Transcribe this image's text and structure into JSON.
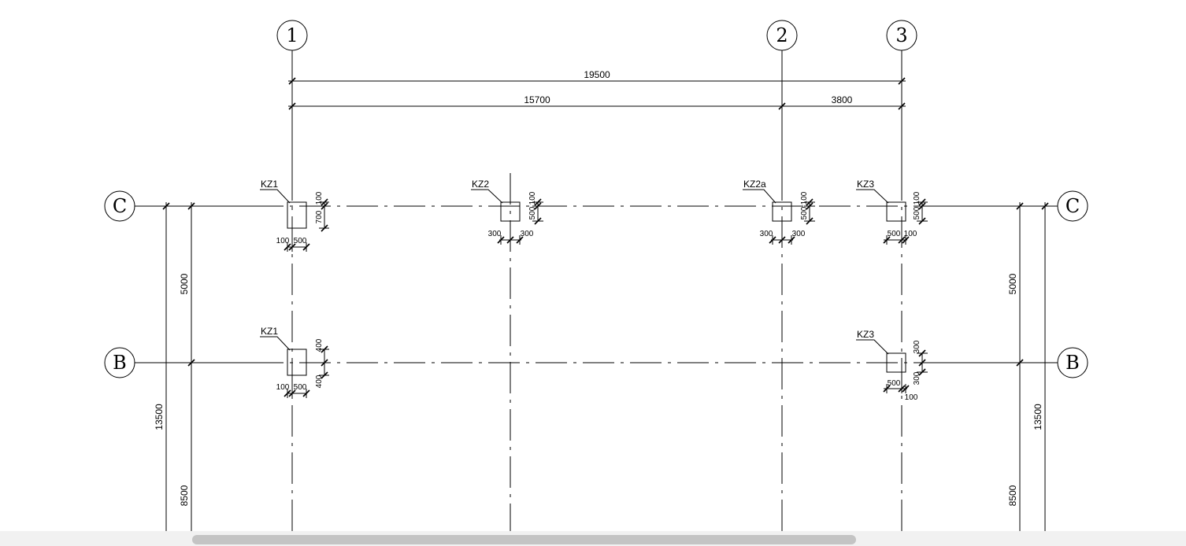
{
  "axes": {
    "vertical": [
      {
        "id": "axis-1",
        "label": "1"
      },
      {
        "id": "axis-2",
        "label": "2"
      },
      {
        "id": "axis-3",
        "label": "3"
      }
    ],
    "horizontal": [
      {
        "id": "axis-c",
        "label": "C"
      },
      {
        "id": "axis-b",
        "label": "B"
      }
    ]
  },
  "top_dimensions": {
    "overall": "19500",
    "span_1_2": "15700",
    "span_2_3": "3800"
  },
  "side_dimensions": {
    "left_total": "13500",
    "left_c_b": "5000",
    "left_b_a": "8500",
    "right_total": "13500",
    "right_c_b": "5000",
    "right_b_a": "8500"
  },
  "columns": [
    {
      "tag": "KZ1",
      "dims": [
        "100",
        "700",
        "100",
        "500"
      ]
    },
    {
      "tag": "KZ2",
      "dims": [
        "100",
        "500",
        "300",
        "300"
      ]
    },
    {
      "tag": "KZ2a",
      "dims": [
        "100",
        "500",
        "300",
        "300"
      ]
    },
    {
      "tag": "KZ3",
      "dims": [
        "100",
        "500",
        "500",
        "100"
      ]
    },
    {
      "tag": "KZ1",
      "dims": [
        "400",
        "400",
        "100",
        "500"
      ]
    },
    {
      "tag": "KZ3",
      "dims": [
        "300",
        "300",
        "500",
        "100"
      ]
    }
  ]
}
